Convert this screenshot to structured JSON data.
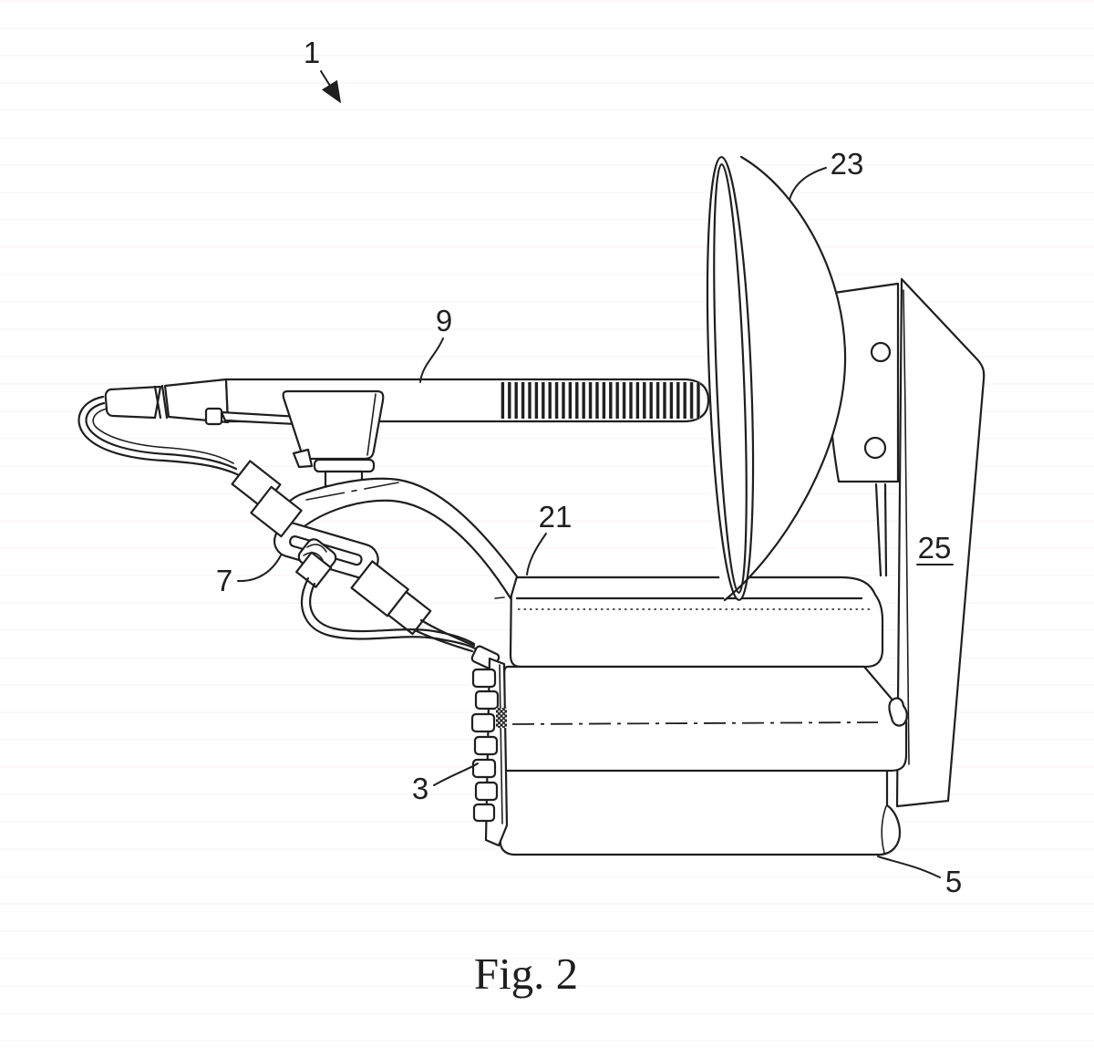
{
  "figure": {
    "caption": "Fig. 2",
    "labels": {
      "l1": "1",
      "l3": "3",
      "l5": "5",
      "l7": "7",
      "l9": "9",
      "l21": "21",
      "l23": "23",
      "l25": "25"
    }
  },
  "colors": {
    "ink": "#1f1f1f",
    "paper": "#ffffff"
  }
}
